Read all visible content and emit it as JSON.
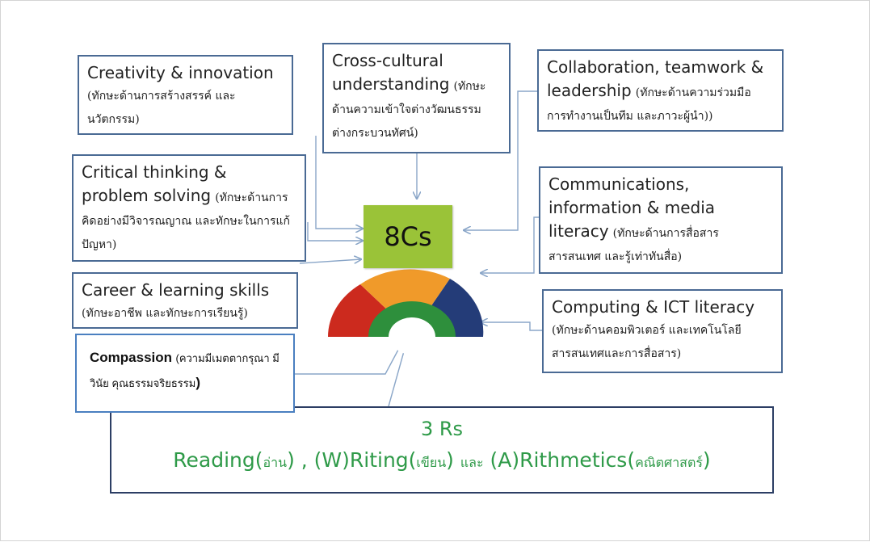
{
  "boxes": {
    "creativity": {
      "title": "Creativity & innovation",
      "thai": "(ทักษะด้านการสร้างสรรค์ และนวัตกรรม)"
    },
    "cross_cultural": {
      "title": "Cross-cultural understanding",
      "thai": "(ทักษะด้านความเข้าใจต่างวัฒนธรรม ต่างกระบวนทัศน์)"
    },
    "collaboration": {
      "title": "Collaboration, teamwork & leadership",
      "thai": "(ทักษะด้านความร่วมมือ การทำงานเป็นทีม และภาวะผู้นำ))"
    },
    "critical": {
      "title": "Critical thinking & problem solving",
      "thai": "(ทักษะด้านการคิดอย่างมีวิจารณญาณ และทักษะในการแก้ปัญหา)"
    },
    "communications": {
      "title": "Communications, information & media literacy",
      "thai": "(ทักษะด้านการสื่อสาร สารสนเทศ และรู้เท่าทันสื่อ)"
    },
    "career": {
      "title": "Career & learning skills",
      "thai": "(ทักษะอาชีพ และทักษะการเรียนรู้)"
    },
    "computing": {
      "title": "Computing & ICT literacy",
      "thai": "(ทักษะด้านคอมพิวเตอร์ และเทคโนโลยีสารสนเทศและการสื่อสาร)"
    }
  },
  "center": {
    "label": "8Cs"
  },
  "compassion": {
    "title": "Compassion",
    "thai": "(ความมีเมตตากรุณา มีวินัย คุณธรรมจริยธรรม",
    "close": ")"
  },
  "three_rs": {
    "title": "3 Rs",
    "reading": "Reading(",
    "reading_thai": "อ่าน",
    "reading_close": ") , ",
    "writing": "(W)Riting(",
    "writing_thai": "เขียน",
    "writing_close": ") ",
    "and_thai": "และ",
    "arith": " (A)Rithmetics(",
    "arith_thai": "คณิตศาสตร์",
    "arith_close": ")"
  },
  "colors": {
    "box_border": "#4a6a94",
    "arrow": "#8aa6c8",
    "center_fill": "#9ac338",
    "rs_text": "#2e9a48",
    "rainbow_red": "#cc2a1e",
    "rainbow_orange": "#f09a2a",
    "rainbow_green": "#2e8f3c",
    "rainbow_navy": "#243c78"
  }
}
